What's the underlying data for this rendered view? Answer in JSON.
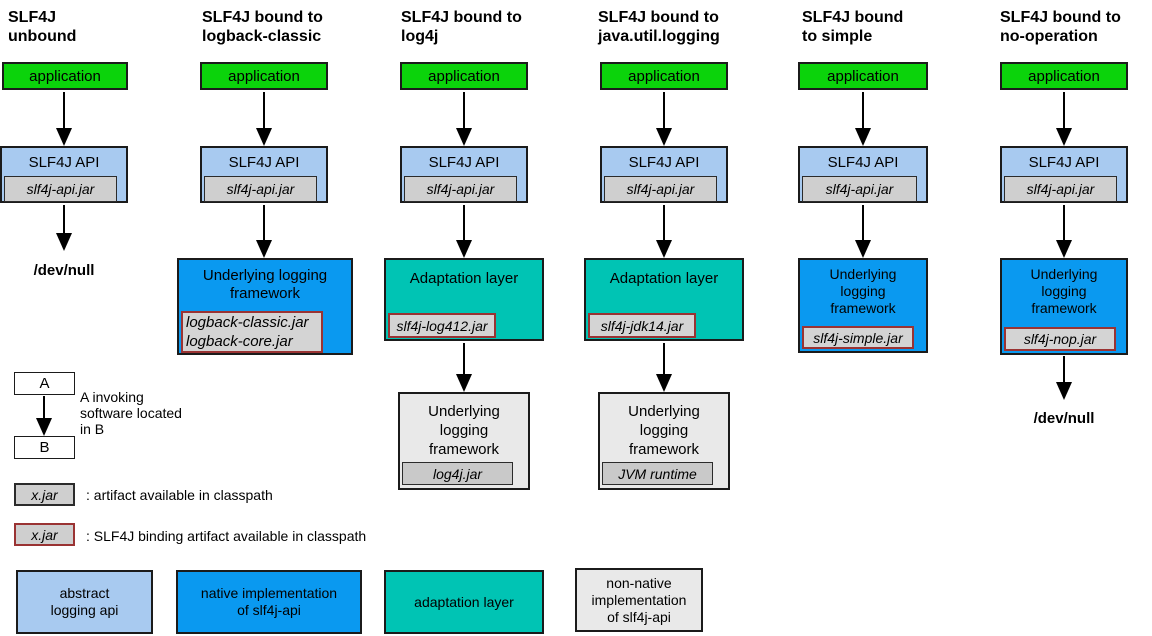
{
  "colors": {
    "application_green": "#0bd30b",
    "abstract_api_light_blue": "#a8caf0",
    "native_impl_blue": "#0a99f0",
    "adaptation_teal": "#00c4b4",
    "jar_gray": "#cfcfcf",
    "framework_gray": "#e9e9e9",
    "binding_border_maroon": "#9a3333"
  },
  "columns": [
    {
      "title": "SLF4J\nunbound",
      "app": "application",
      "api": "SLF4J API",
      "api_jar": "slf4j-api.jar",
      "sink": "/dev/null"
    },
    {
      "title": "SLF4J bound to\nlogback-classic",
      "app": "application",
      "api": "SLF4J API",
      "api_jar": "slf4j-api.jar",
      "impl": "Underlying logging\nframework",
      "impl_jar": "logback-classic.jar\nlogback-core.jar"
    },
    {
      "title": "SLF4J bound to\nlog4j",
      "app": "application",
      "api": "SLF4J API",
      "api_jar": "slf4j-api.jar",
      "impl": "Adaptation layer",
      "impl_jar": "slf4j-log412.jar",
      "framework": "Underlying\nlogging\nframework",
      "framework_jar": "log4j.jar"
    },
    {
      "title": "SLF4J bound to\njava.util.logging",
      "app": "application",
      "api": "SLF4J API",
      "api_jar": "slf4j-api.jar",
      "impl": "Adaptation layer",
      "impl_jar": "slf4j-jdk14.jar",
      "framework": "Underlying\nlogging\nframework",
      "framework_jar": "JVM runtime"
    },
    {
      "title": "SLF4J bound\nto simple",
      "app": "application",
      "api": "SLF4J API",
      "api_jar": "slf4j-api.jar",
      "impl": "Underlying\nlogging\nframework",
      "impl_jar": "slf4j-simple.jar"
    },
    {
      "title": "SLF4J bound to\nno-operation",
      "app": "application",
      "api": "SLF4J API",
      "api_jar": "slf4j-api.jar",
      "impl": "Underlying\nlogging\nframework",
      "impl_jar": "slf4j-nop.jar",
      "sink": "/dev/null"
    }
  ],
  "legend": {
    "invoke_a": "A",
    "invoke_b": "B",
    "invoke_caption": "A invoking\nsoftware located\nin B",
    "jar_sample": "x.jar",
    "jar_caption": ": artifact available in classpath",
    "binding_jar_sample": "x.jar",
    "binding_jar_caption": ": SLF4J binding artifact available in classpath",
    "swatches": [
      {
        "label": "abstract\nlogging api"
      },
      {
        "label": "native implementation\nof slf4j-api"
      },
      {
        "label": "adaptation layer"
      },
      {
        "label": "non-native\nimplementation\nof slf4j-api"
      }
    ]
  }
}
